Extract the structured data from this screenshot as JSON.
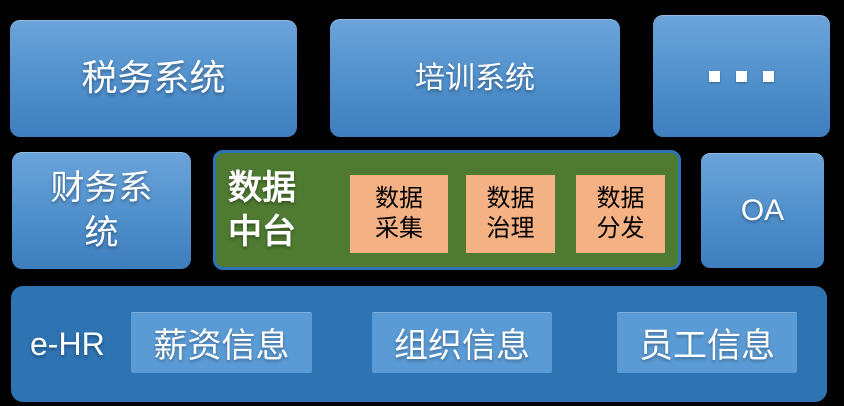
{
  "colors": {
    "background": "#000000",
    "blue_gradient_top": "#6CA4DA",
    "blue_gradient_bottom": "#3F7EBE",
    "green_fill": "#4E7B31",
    "green_border": "#2E74B5",
    "orange_fill": "#F4B183",
    "ehr_fill": "#2E74B2",
    "inner_blue_fill": "#5B9BD5",
    "text_on_blue": "#FFFFFF",
    "text_on_orange": "#000000"
  },
  "top_row": {
    "tax_label": "税务系统",
    "training_label": "培训系统",
    "more_icon": "ellipsis-squares"
  },
  "middle_row": {
    "finance_label": "财务系统",
    "data_platform": {
      "title": "数据中台",
      "modules": [
        {
          "label": "数据采集"
        },
        {
          "label": "数据治理"
        },
        {
          "label": "数据分发"
        }
      ]
    },
    "oa_label": "OA"
  },
  "bottom_row": {
    "ehr_label": "e-HR",
    "items": [
      {
        "label": "薪资信息"
      },
      {
        "label": "组织信息"
      },
      {
        "label": "员工信息"
      }
    ]
  }
}
